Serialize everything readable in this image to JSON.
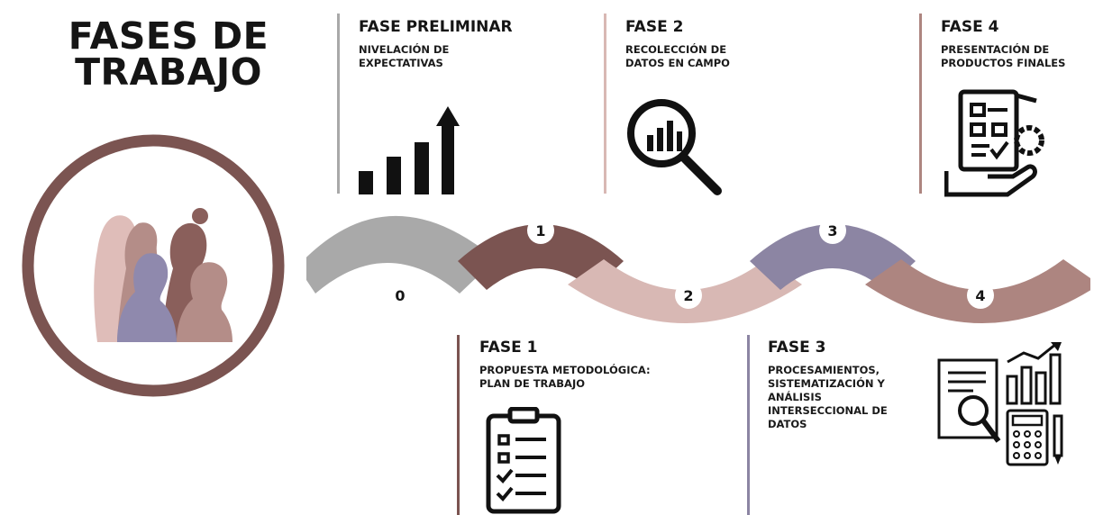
{
  "title": "FASES DE\nTRABAJO",
  "colors": {
    "brown": "#7b5451",
    "pink": "#d8b8b4",
    "grey": "#a9a9a9",
    "lavender": "#8c85a3",
    "mauve": "#ad8580",
    "silhouette_pink": "#dfbdb9",
    "silhouette_mauve": "#b48d88",
    "silhouette_brown": "#8a5f5b",
    "silhouette_lavender": "#8f89ad"
  },
  "phases": {
    "preliminar": {
      "title": "FASE PRELIMINAR",
      "subtitle": "NIVELACIÓN DE\nEXPECTATIVAS",
      "icon": "bar-chart-growth-icon",
      "number": "0",
      "color": "#a9a9a9"
    },
    "fase1": {
      "title": "FASE 1",
      "subtitle": "PROPUESTA METODOLÓGICA:\nPLAN DE TRABAJO",
      "icon": "clipboard-checklist-icon",
      "number": "1",
      "color": "#7b5451"
    },
    "fase2": {
      "title": "FASE 2",
      "subtitle": "RECOLECCIÓN DE\nDATOS EN CAMPO",
      "icon": "magnifier-chart-icon",
      "number": "2",
      "color": "#d8b8b4"
    },
    "fase3": {
      "title": "FASE 3",
      "subtitle": "PROCESAMIENTOS,\nSISTEMATIZACIÓN Y\nANÁLISIS\nINTERSECCIONAL DE\nDATOS",
      "icon": "document-calculator-analysis-icon",
      "number": "3",
      "color": "#8c85a3"
    },
    "fase4": {
      "title": "FASE 4",
      "subtitle": "PRESENTACIÓN DE\nPRODUCTOS FINALES",
      "icon": "document-gear-hand-icon",
      "number": "4",
      "color": "#ad8580"
    }
  }
}
